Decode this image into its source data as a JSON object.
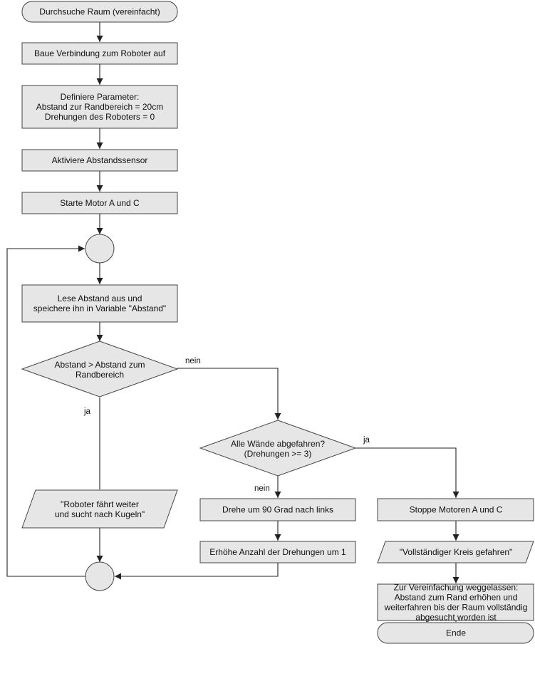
{
  "diagram": {
    "nodes": {
      "start": {
        "kind": "terminator",
        "lines": [
          "Durchsuche Raum (vereinfacht)"
        ]
      },
      "connect": {
        "kind": "process",
        "lines": [
          "Baue Verbindung zum Roboter auf"
        ]
      },
      "params": {
        "kind": "process",
        "lines": [
          "Definiere Parameter:",
          "Abstand zur Randbereich = 20cm",
          "Drehungen des Roboters = 0"
        ]
      },
      "sensor": {
        "kind": "process",
        "lines": [
          "Aktiviere Abstandssensor"
        ]
      },
      "motors": {
        "kind": "process",
        "lines": [
          "Starte Motor A und C"
        ]
      },
      "join_top": {
        "kind": "connector",
        "lines": []
      },
      "read": {
        "kind": "process",
        "lines": [
          "Lese Abstand aus und",
          "speichere ihn in Variable \"Abstand\""
        ]
      },
      "decision_distance": {
        "kind": "decision",
        "lines": [
          "Abstand > Abstand zum",
          "Randbereich"
        ]
      },
      "continue_io": {
        "kind": "io",
        "lines": [
          "\"Roboter fährt weiter",
          "und sucht nach Kugeln\""
        ]
      },
      "join_bottom": {
        "kind": "connector",
        "lines": []
      },
      "decision_walls": {
        "kind": "decision",
        "lines": [
          "Alle Wände abgefahren?",
          "(Drehungen >= 3)"
        ]
      },
      "turn": {
        "kind": "process",
        "lines": [
          "Drehe um 90 Grad nach links"
        ]
      },
      "increment": {
        "kind": "process",
        "lines": [
          "Erhöhe Anzahl der Drehungen um 1"
        ]
      },
      "stop": {
        "kind": "process",
        "lines": [
          "Stoppe Motoren A und C"
        ]
      },
      "circle_io": {
        "kind": "io",
        "lines": [
          "\"Vollständiger Kreis gefahren\""
        ]
      },
      "note": {
        "kind": "process",
        "lines": [
          "Zur Vereinfachung weggelassen:",
          "Abstand zum Rand erhöhen und",
          "weiterfahren bis der Raum vollständig",
          "abgesucht worden ist"
        ]
      },
      "end": {
        "kind": "terminator",
        "lines": [
          "Ende"
        ]
      }
    },
    "edge_labels": {
      "distance_no": "nein",
      "distance_yes": "ja",
      "walls_yes": "ja",
      "walls_no": "nein"
    }
  }
}
